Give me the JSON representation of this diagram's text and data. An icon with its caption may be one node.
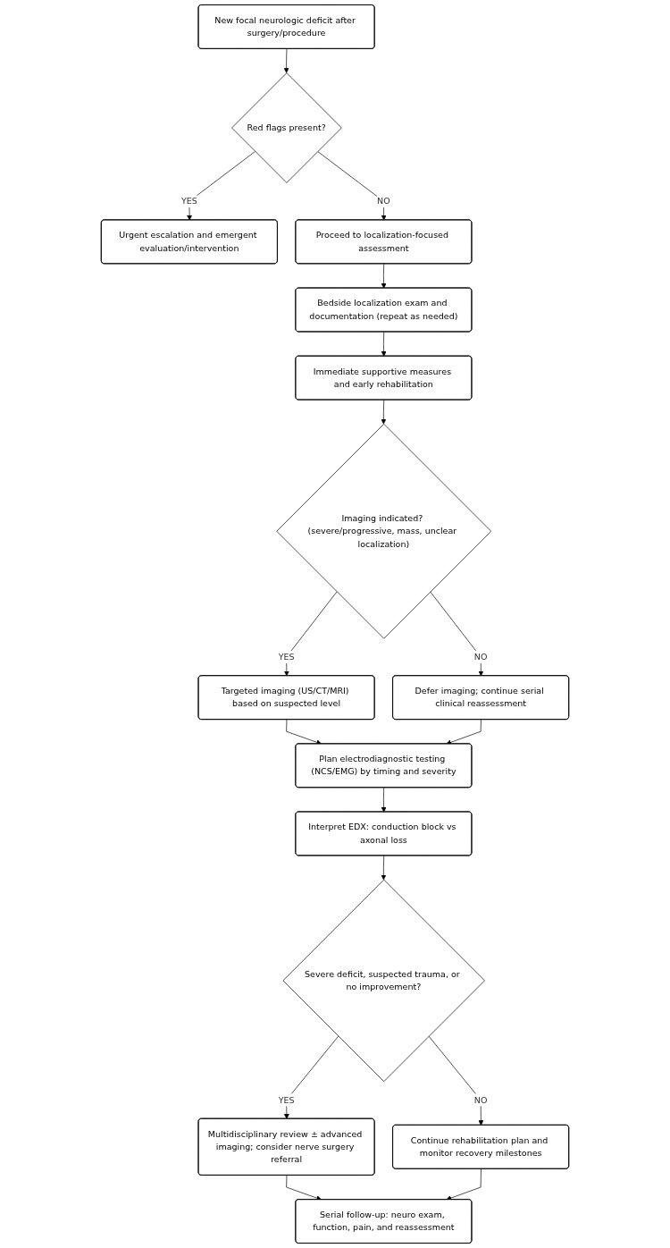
{
  "diagram": {
    "nodes": [
      {
        "text": [
          "New focal neurologic deficit after surgery/procedure"
        ]
      },
      {
        "text": [
          "Red flags present?"
        ]
      },
      {
        "text": [
          "Urgent escalation and emergent evaluation/intervention"
        ]
      },
      {
        "text": [
          "Proceed to localization-focused assessment"
        ]
      },
      {
        "text": [
          "Bedside localization exam and documentation (repeat as needed)"
        ]
      },
      {
        "text": [
          "Immediate supportive measures and early rehabilitation"
        ]
      },
      {
        "text": [
          "Imaging indicated? (severe/progressive, mass, unclear localization)"
        ]
      },
      {
        "text": [
          "Targeted imaging (US/CT/MRI) based on suspected level"
        ]
      },
      {
        "text": [
          "Defer imaging; continue serial clinical reassessment"
        ]
      },
      {
        "text": [
          "Plan electrodiagnostic testing (NCS/EMG) by timing and severity"
        ]
      },
      {
        "text": [
          "Interpret EDX: conduction block vs axonal loss"
        ]
      },
      {
        "text": [
          "Severe deficit, suspected trauma, or no improvement?"
        ]
      },
      {
        "text": [
          "Multidisciplinary review ± advanced imaging; consider nerve surgery referral"
        ]
      },
      {
        "text": [
          "Continue rehabilitation plan and monitor recovery milestones"
        ]
      },
      {
        "text": [
          "Serial follow-up: neuro exam, function, pain, and reassessment"
        ]
      }
    ],
    "edges": [
      {
        "from": 0,
        "to": 1,
        "arrow": "to"
      },
      {
        "from": 1,
        "to": 2,
        "arrow": "to",
        "label": "YES"
      },
      {
        "from": 1,
        "to": 3,
        "arrow": "to",
        "label": "NO"
      },
      {
        "from": 3,
        "to": 4,
        "arrow": "to"
      },
      {
        "from": 4,
        "to": 5,
        "arrow": "to"
      },
      {
        "from": 5,
        "to": 6,
        "arrow": "to"
      },
      {
        "from": 6,
        "to": 7,
        "arrow": "to",
        "label": "YES"
      },
      {
        "from": 6,
        "to": 8,
        "arrow": "to",
        "label": "NO"
      },
      {
        "from": 7,
        "to": 9,
        "arrow": "to"
      },
      {
        "from": 8,
        "to": 9,
        "arrow": "to"
      },
      {
        "from": 9,
        "to": 10,
        "arrow": "to"
      },
      {
        "from": 10,
        "to": 11,
        "arrow": "to"
      },
      {
        "from": 11,
        "to": 12,
        "arrow": "to",
        "label": "YES"
      },
      {
        "from": 11,
        "to": 13,
        "arrow": "to",
        "label": "NO"
      },
      {
        "from": 12,
        "to": 14,
        "arrow": "to"
      },
      {
        "from": 13,
        "to": 14,
        "arrow": "to"
      }
    ]
  }
}
